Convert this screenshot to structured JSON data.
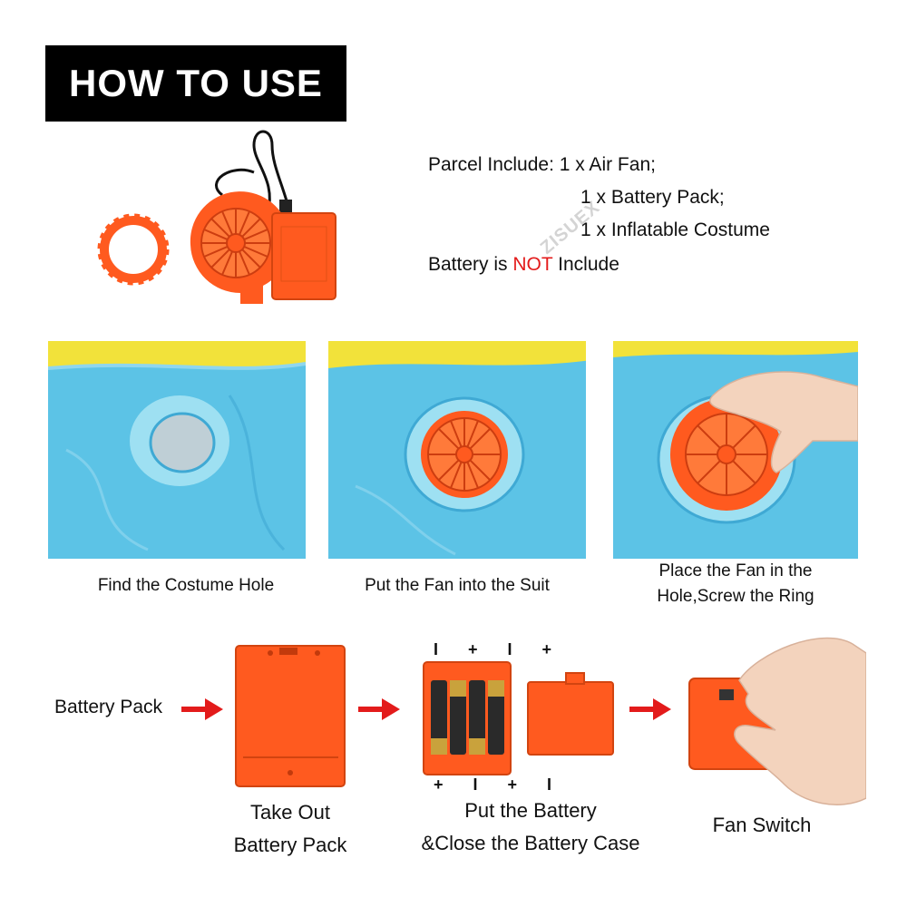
{
  "title": "HOW TO USE",
  "parcel": {
    "line1": "Parcel Include: 1 x Air Fan;",
    "line2": "1 x Battery Pack;",
    "line3": "1 x Inflatable Costume",
    "battery_prefix": "Battery is",
    "battery_highlight": "NOT",
    "battery_suffix": "Include"
  },
  "steps_top": [
    {
      "caption": "Find the Costume Hole"
    },
    {
      "caption": "Put the Fan into the Suit"
    },
    {
      "caption_line1": "Place the Fan in the",
      "caption_line2": "Hole,Screw the Ring"
    }
  ],
  "steps_bottom": {
    "battery_pack_label": "Battery Pack",
    "take_out_line1": "Take Out",
    "take_out_line2": "Battery Pack",
    "put_battery_line1": "Put the Battery",
    "put_battery_line2": "&Close the Battery Case",
    "fan_switch": "Fan Switch"
  },
  "polarity": {
    "top": "I + I +",
    "bottom": "+ I + I"
  },
  "watermark": "ZISUEX",
  "colors": {
    "orange": "#ff5a1f",
    "arrow_red": "#e31b1b",
    "costume_blue": "#5cc3e6",
    "costume_yellow": "#f2e23a"
  }
}
